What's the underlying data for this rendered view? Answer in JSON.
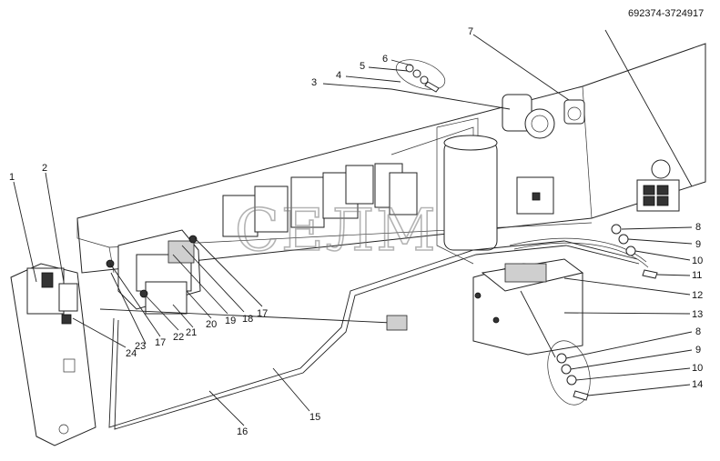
{
  "diagram": {
    "drawing_code": "692374-3724917",
    "watermark": "СЕЛМ",
    "callouts": [
      "1",
      "2",
      "3",
      "4",
      "5",
      "6",
      "7",
      "8",
      "9",
      "10",
      "11",
      "12",
      "13",
      "8",
      "9",
      "10",
      "14",
      "15",
      "16",
      "17",
      "18",
      "19",
      "20",
      "21",
      "22",
      "17",
      "23",
      "24"
    ]
  }
}
